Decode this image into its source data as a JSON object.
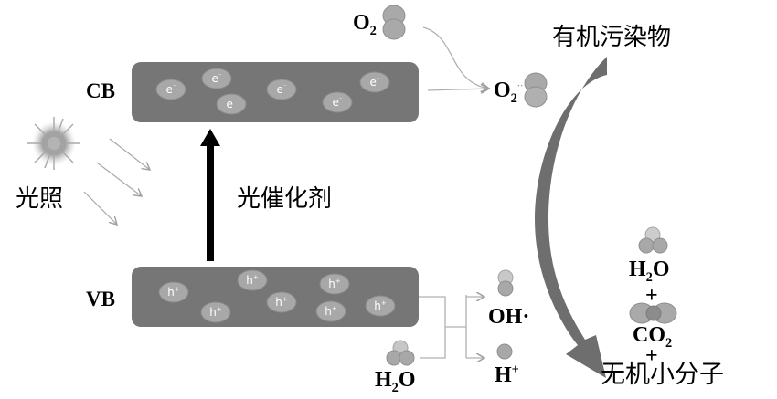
{
  "labels": {
    "cb": "CB",
    "vb": "VB",
    "light": "光照",
    "catalyst": "光催化剂",
    "organic_pollutant": "有机污染物",
    "inorganic_small_molecules": "无机小分子",
    "plus_1": "+",
    "plus_2": "+"
  },
  "species": {
    "o2_top": {
      "base": "O",
      "sub": "2"
    },
    "o2_radical": {
      "base": "O",
      "sub": "2",
      "sup": "··"
    },
    "oh_radical": "OH·",
    "h_plus": {
      "base": "H",
      "sup": "+"
    },
    "h2o_input": {
      "base": "H",
      "sub": "2",
      "tail": "O"
    },
    "h2o_product": {
      "base": "H",
      "sub": "2",
      "tail": "O"
    },
    "co2_product": {
      "base": "CO",
      "sub": "2"
    }
  },
  "cb_particles": [
    "e-",
    "e-",
    "e-",
    "e-",
    "e-",
    "e-"
  ],
  "vb_particles": [
    "h+",
    "h+",
    "h+",
    "h+",
    "h+",
    "h+",
    "h+"
  ],
  "colors": {
    "band": "#767676",
    "particle": "#a8a8a8",
    "particle_stroke": "#8a8a8a",
    "molecule_light": "#c8c8c8",
    "molecule_mid": "#a9a9a9",
    "arrow_big": "#6e6e6e",
    "thin_arrow": "#b0b0b0"
  }
}
